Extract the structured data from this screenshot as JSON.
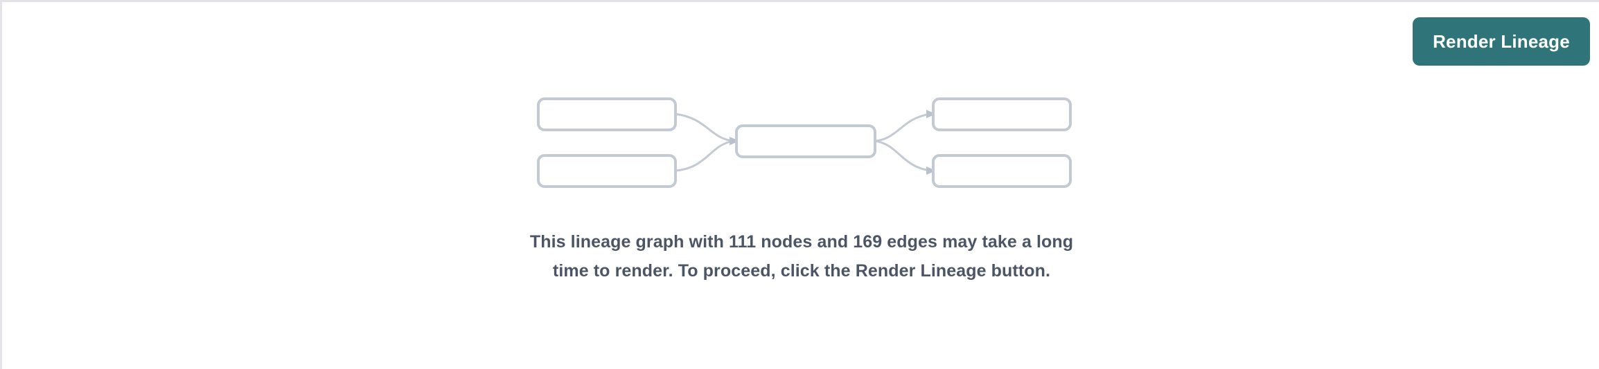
{
  "panel": {
    "background_color": "#ffffff",
    "border_color": "#e2e4e8"
  },
  "toolbar": {
    "render_button_label": "Render Lineage",
    "render_button_color": "#2f7479",
    "render_button_text_color": "#ffffff"
  },
  "illustration": {
    "node_border_color": "#c3cad4",
    "node_fill_color": "#ffffff",
    "edge_color": "#c3cad4",
    "node_count_shown": 5,
    "edge_count_shown": 4,
    "nodes": [
      {
        "id": "left-top",
        "label": ""
      },
      {
        "id": "left-bottom",
        "label": ""
      },
      {
        "id": "center",
        "label": ""
      },
      {
        "id": "right-top",
        "label": ""
      },
      {
        "id": "right-bottom",
        "label": ""
      }
    ]
  },
  "message": {
    "text": "This lineage graph with 111 nodes and 169 edges may take a long time to render. To proceed, click the Render Lineage button.",
    "node_count": "111",
    "edge_count": "169",
    "text_color": "#4c5565"
  }
}
